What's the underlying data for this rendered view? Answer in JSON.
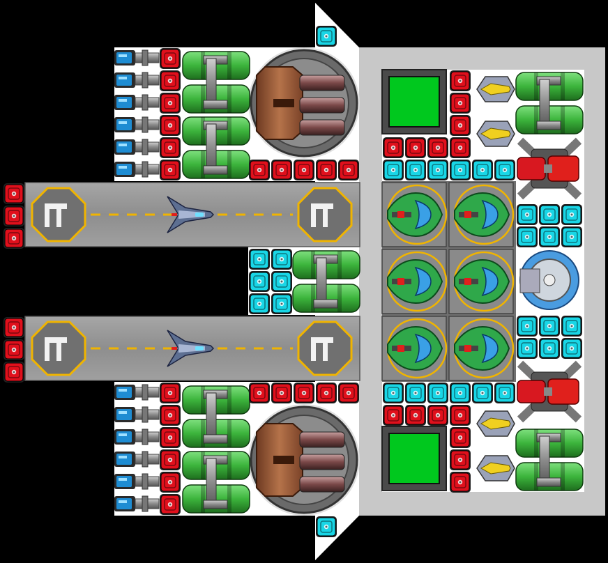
{
  "title": "",
  "theme": {
    "background": "#000000",
    "hull_white": "#ffffff",
    "hull_grey": "#c8c8c8",
    "deck_grey": "#8a8a8a",
    "runway_grey": "#9a9a9a",
    "runway_stripe": "#f0b400",
    "red_block": "#e0101c",
    "cyan_block": "#19d6e6",
    "green_tank": "#3cb43c",
    "green_screen": "#00c81e",
    "blue_cell": "#1e8cd2",
    "brown_turret": "#9a5a3a",
    "yellow_ring": "#f0b400"
  },
  "icons": {
    "landing_pad": "helipad-icon",
    "fighter": "fighter-ship-icon",
    "red_block": "red-armor-block-icon",
    "cyan_block": "cyan-armor-block-icon",
    "green_tank": "fuel-tank-icon",
    "battery": "battery-cell-icon",
    "turret": "cannon-turret-icon",
    "green_turret": "green-turret-icon",
    "screen": "green-screen-icon",
    "thruster": "thruster-icon",
    "red_cannon": "red-cannon-icon",
    "shield": "shield-generator-icon"
  },
  "runways": [
    {
      "name": "runway-top",
      "pad_count": 2,
      "ship_count": 1
    },
    {
      "name": "runway-bottom",
      "pad_count": 2,
      "ship_count": 1
    }
  ]
}
